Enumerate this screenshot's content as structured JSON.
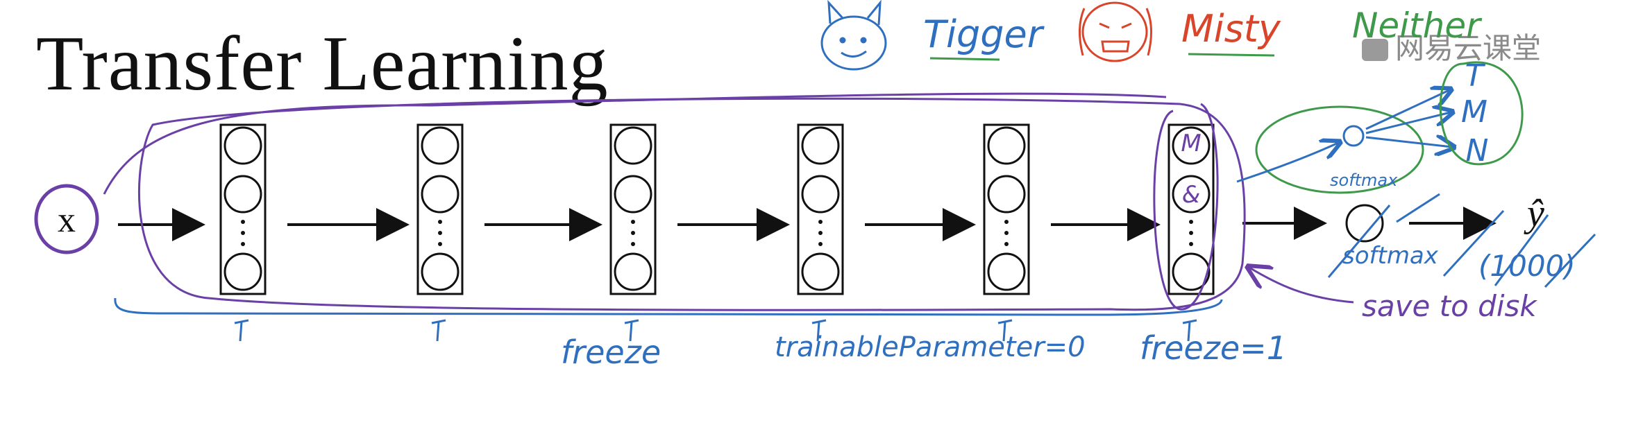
{
  "title": "Transfer Learning",
  "watermark": "网易云课堂",
  "colors": {
    "ink": "#111111",
    "blue": "#2f6fbf",
    "red": "#d9452b",
    "green": "#3e9a4a",
    "purple": "#6a3fa6",
    "watermark": "#8a8a8a"
  },
  "network": {
    "input_label": "x",
    "layer_count": 6,
    "last_layer_marks": [
      "M",
      "&"
    ],
    "output_label": "ŷ"
  },
  "classes": {
    "tigger": "Tigger",
    "misty": "Misty",
    "neither": "Neither"
  },
  "annotations": {
    "softmax_new": "softmax",
    "softmax_old": "softmax",
    "thousand": "(1000)",
    "save_to_disk": "save to disk",
    "freeze": "freeze",
    "trainable": "trainableParameter=0",
    "freeze_eq": "freeze=1",
    "outputs": [
      "T",
      "M",
      "N"
    ]
  }
}
